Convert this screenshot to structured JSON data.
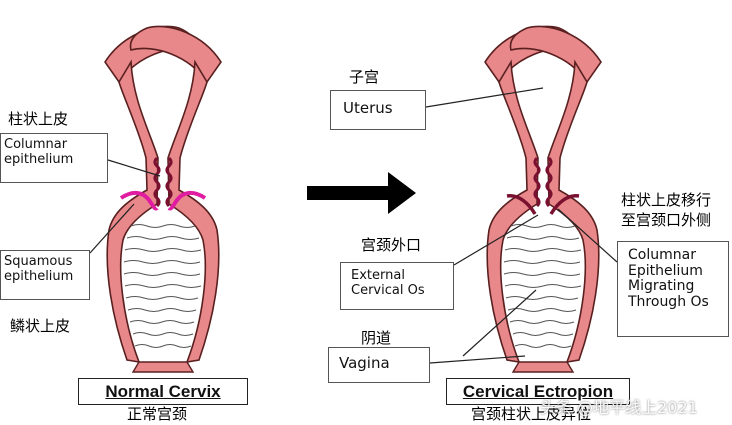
{
  "left": {
    "cn_columnar": "柱状上皮",
    "columnar_label": "Columnar\nepithelium",
    "squamous_label": "Squamous\nepithelium",
    "cn_squamous": "鳞状上皮",
    "title": "Normal Cervix",
    "cn_title": "正常宫颈"
  },
  "right": {
    "cn_uterus": "子宫",
    "uterus_label": "Uterus",
    "cn_os": "宫颈外口",
    "os_label": "External\nCervical Os",
    "cn_vagina": "阴道",
    "vagina_label": "Vagina",
    "cn_migrating": "柱状上皮移行\n至宫颈口外侧",
    "migrating_label": "Columnar\nEpithelium\nMigrating\nThrough Os",
    "title": "Cervical Ectropion",
    "cn_title": "宫颈柱状上皮异位"
  },
  "watermark": "头条 @地平线上2021",
  "colors": {
    "tissue": "#e8888a",
    "tissue_edge": "#5a2020",
    "epithelium": "#e01ca0",
    "arrow": "#000000"
  }
}
